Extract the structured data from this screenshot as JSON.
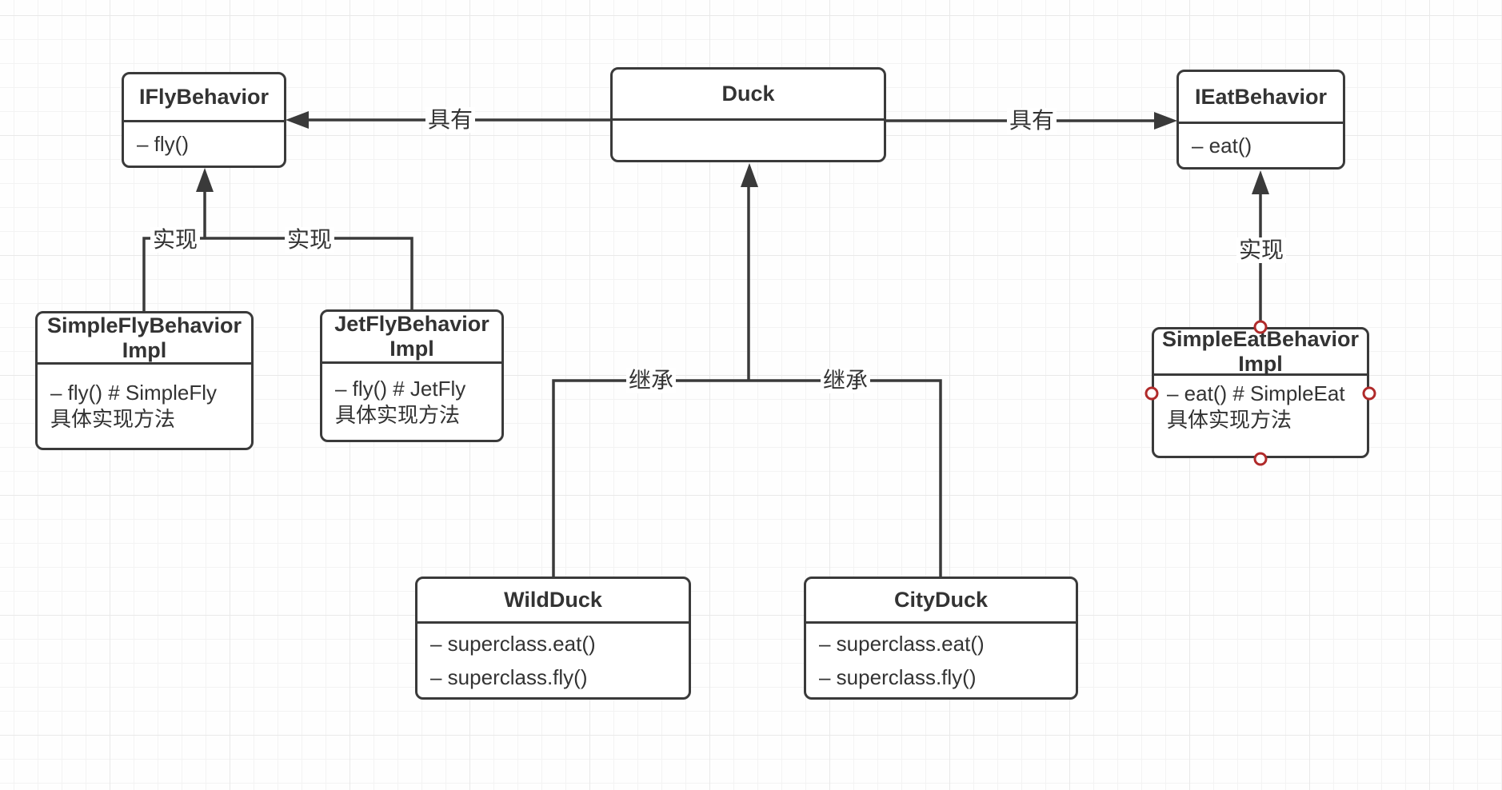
{
  "diagram": {
    "background_color": "#fefefe",
    "grid_minor_color": "#f3f3f3",
    "grid_major_color": "#e9e9e9",
    "stroke_color": "#3a3a3a",
    "text_color": "#333333",
    "connection_handle_color": "#b02a2a"
  },
  "classes": {
    "ifly": {
      "title": "IFlyBehavior",
      "methods": [
        "– fly()"
      ]
    },
    "duck": {
      "title": "Duck",
      "methods": []
    },
    "ieat": {
      "title": "IEatBehavior",
      "methods": [
        "– eat()"
      ]
    },
    "simplefly": {
      "title": "SimpleFlyBehavior Impl",
      "methods": [
        "– fly() # SimpleFly 具体实现方法"
      ]
    },
    "jetfly": {
      "title": "JetFlyBehavior Impl",
      "methods": [
        "– fly() # JetFly 具体实现方法"
      ]
    },
    "simpleeat": {
      "title": "SimpleEatBehavior Impl",
      "methods": [
        "– eat() # SimpleEat 具体实现方法"
      ]
    },
    "wildduck": {
      "title": "WildDuck",
      "methods": [
        "– superclass.eat()",
        "– superclass.fly()"
      ]
    },
    "cityduck": {
      "title": "CityDuck",
      "methods": [
        "– superclass.eat()",
        "– superclass.fly()"
      ]
    }
  },
  "edge_labels": {
    "has_left": "具有",
    "has_right": "具有",
    "realize_fly_left": "实现",
    "realize_fly_right": "实现",
    "realize_eat": "实现",
    "inherit_left": "继承",
    "inherit_right": "继承"
  }
}
